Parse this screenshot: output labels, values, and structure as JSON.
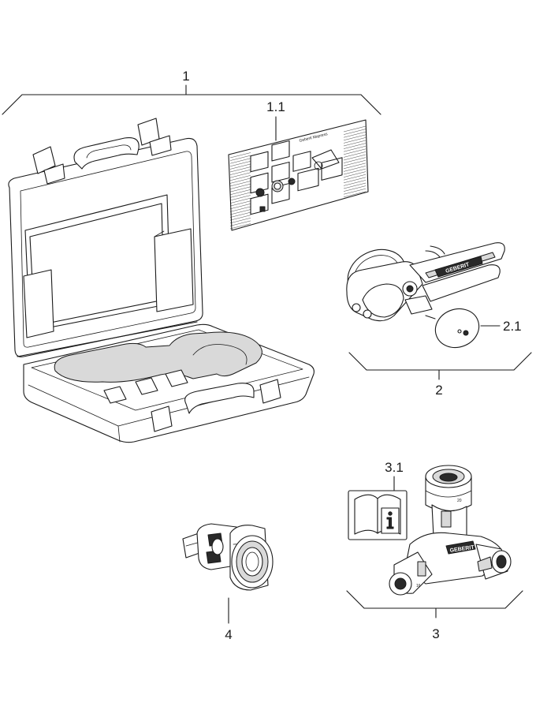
{
  "callouts": {
    "item_1": "1",
    "item_1_1": "1.1",
    "item_2": "2",
    "item_2_1": "2.1",
    "item_3": "3",
    "item_3_1": "3.1",
    "item_4": "4"
  },
  "brand": {
    "cutter_logo": "GEBERIT",
    "tool_logo": "GEBERIT"
  },
  "tool_markings": {
    "top": "20",
    "side": "16"
  },
  "icons": {
    "case": "carrying-case-icon",
    "insert": "instruction-insert-icon",
    "cutter": "pipe-cutter-icon",
    "blade": "spare-blade-icon",
    "tool": "calibration-tool-icon",
    "manual": "manual-info-icon",
    "bit": "drill-adapter-icon"
  },
  "colors": {
    "line": "#1a1a1a",
    "shade": "#d9d9d9",
    "dark": "#2a2a2a"
  }
}
